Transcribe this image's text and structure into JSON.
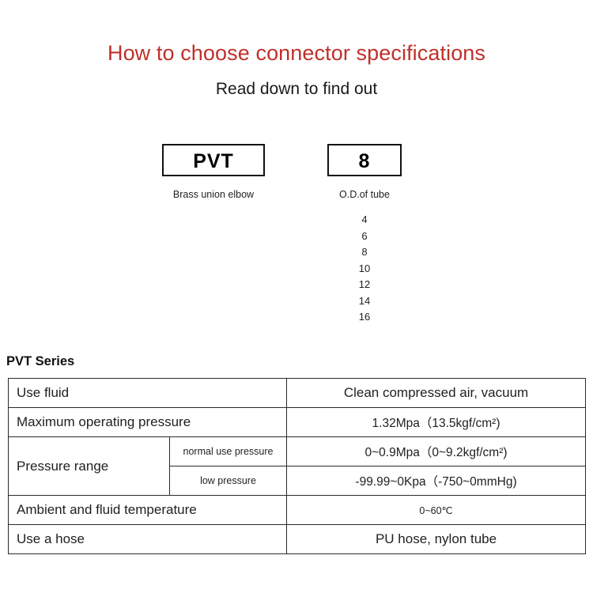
{
  "header": {
    "title": "How to choose connector specifications",
    "subtitle": "Read down to find out"
  },
  "selector": {
    "groups": [
      {
        "code": "PVT",
        "caption": "Brass union elbow",
        "options": []
      },
      {
        "code": "8",
        "caption": "O.D.of tube",
        "options": [
          "4",
          "6",
          "8",
          "10",
          "12",
          "14",
          "16"
        ]
      }
    ]
  },
  "spec": {
    "heading": "PVT Series",
    "rows": [
      {
        "label": "Use fluid",
        "sublabel": null,
        "value": "Clean compressed air, vacuum",
        "shade": "beige"
      },
      {
        "label": "Maximum operating pressure",
        "sublabel": null,
        "value": "1.32Mpa（13.5kgf/cm²)",
        "shade": "white"
      },
      {
        "label": "Pressure range",
        "sublabel": "normal use pressure",
        "value": "0~0.9Mpa（0~9.2kgf/cm²)",
        "shade": "beige"
      },
      {
        "label": null,
        "sublabel": "low pressure",
        "value": "-99.99~0Kpa（-750~0mmHg)",
        "shade": "white"
      },
      {
        "label": "Ambient and fluid temperature",
        "sublabel": null,
        "value": "0~60℃",
        "shade": "beige"
      },
      {
        "label": "Use a hose",
        "sublabel": null,
        "value": "PU hose, nylon tube",
        "shade": "white"
      }
    ]
  },
  "colors": {
    "title_red": "#c0302a",
    "row_beige": "#f7efe7",
    "border": "#2b2b2b",
    "text": "#1f1f1f"
  }
}
